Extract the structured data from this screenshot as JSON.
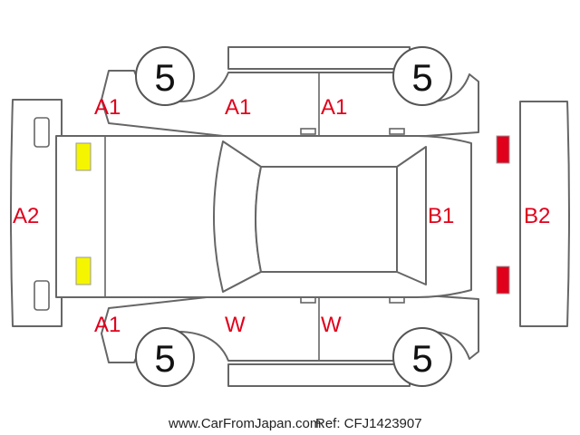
{
  "colors": {
    "outline": "#666666",
    "mark_text": "#e0001b",
    "lamp_yellow": "#f5f500",
    "lamp_red": "#e0001b"
  },
  "tires": [
    "5",
    "5",
    "5",
    "5"
  ],
  "marks": {
    "front_top_left": "A1",
    "door_top_front": "A1",
    "door_top_rear": "A1",
    "front_bumper": "A2",
    "front_bottom_left": "A1",
    "door_bottom_front": "W",
    "door_bottom_rear": "W",
    "rear_panel": "B1",
    "rear_bumper": "B2"
  },
  "footer": {
    "site": "www.CarFromJapan.com",
    "ref": "Ref: CFJ1423907"
  }
}
